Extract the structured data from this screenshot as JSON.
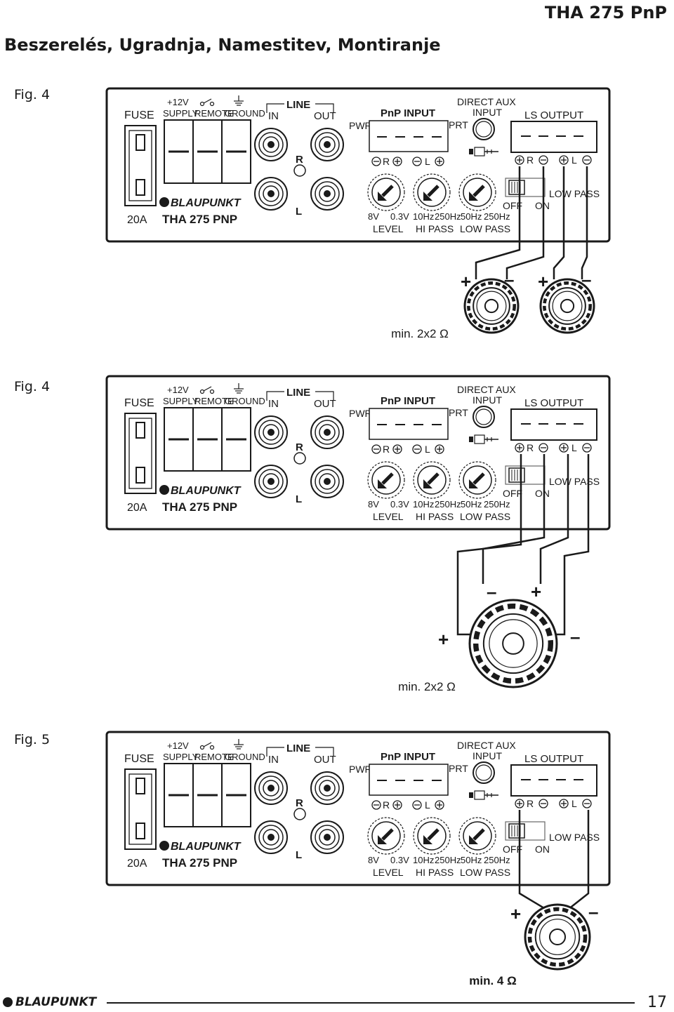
{
  "header": {
    "doc_title": "THA 275 PnP",
    "heading": "Beszerelés, Ugradnja, Namestitev, Montiranje"
  },
  "panel": {
    "fuse": "FUSE",
    "fuse_rating": "20A",
    "v12": "+12V",
    "supply": "SUPPLY",
    "remote": "REMOTE",
    "ground": "GROUND",
    "line": "LINE",
    "in": "IN",
    "out": "OUT",
    "r": "R",
    "l": "L",
    "pnp_input": "PnP INPUT",
    "pwr": "PWR",
    "prt": "PRT",
    "direct_aux": "DIRECT AUX",
    "input": "INPUT",
    "ls_output": "LS OUTPUT",
    "brand": "BLAUPUNKT",
    "model": "THA 275 PNP",
    "lvl_8v": "8V",
    "lvl_03v": "0.3V",
    "level": "LEVEL",
    "hp_10": "10Hz",
    "hp_250": "250Hz",
    "hi_pass": "HI PASS",
    "lp_50": "50Hz",
    "lp_250": "250Hz",
    "low_pass": "LOW PASS",
    "off": "OFF",
    "on": "ON",
    "low_pass_switch": "LOW PASS"
  },
  "figures": [
    {
      "label": "Fig. 4",
      "impedance": "min. 2x2 Ω",
      "wiring": "stereo"
    },
    {
      "label": "Fig. 4",
      "impedance": "min. 2x2 Ω",
      "wiring": "bridged"
    },
    {
      "label": "Fig. 5",
      "impedance": "min. 4 Ω",
      "wiring": "mono"
    }
  ],
  "footer": {
    "brand": "BLAUPUNKT",
    "page_number": "17"
  }
}
